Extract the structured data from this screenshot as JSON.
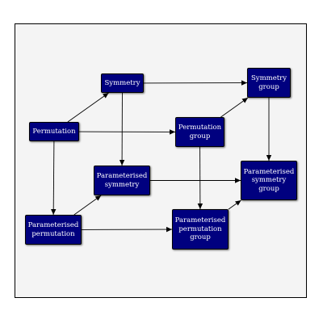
{
  "diagram": {
    "colors": {
      "node_fill": "#00007f",
      "node_text": "#ffffff",
      "edge": "#000000",
      "background": "#f4f4f4"
    },
    "nodes": [
      {
        "id": "symmetry",
        "label": "Symmetry"
      },
      {
        "id": "permutation",
        "label": "Permutation"
      },
      {
        "id": "symmetry-group",
        "label": "Symmetry\ngroup"
      },
      {
        "id": "permutation-group",
        "label": "Permutation\ngroup"
      },
      {
        "id": "parameterised-symmetry",
        "label": "Parameterised\nsymmetry"
      },
      {
        "id": "parameterised-symmetry-group",
        "label": "Parameterised\nsymmetry\ngroup"
      },
      {
        "id": "parameterised-permutation",
        "label": "Parameterised\npermutation"
      },
      {
        "id": "parameterised-permutation-group",
        "label": "Parameterised\npermutation\ngroup"
      }
    ],
    "edges": [
      {
        "from": "permutation",
        "to": "symmetry"
      },
      {
        "from": "permutation",
        "to": "permutation-group"
      },
      {
        "from": "permutation",
        "to": "parameterised-permutation"
      },
      {
        "from": "symmetry",
        "to": "symmetry-group"
      },
      {
        "from": "symmetry",
        "to": "parameterised-symmetry"
      },
      {
        "from": "permutation-group",
        "to": "symmetry-group"
      },
      {
        "from": "permutation-group",
        "to": "parameterised-permutation-group"
      },
      {
        "from": "parameterised-permutation",
        "to": "parameterised-symmetry"
      },
      {
        "from": "parameterised-permutation",
        "to": "parameterised-permutation-group"
      },
      {
        "from": "parameterised-symmetry",
        "to": "parameterised-symmetry-group"
      },
      {
        "from": "symmetry-group",
        "to": "parameterised-symmetry-group"
      },
      {
        "from": "parameterised-permutation-group",
        "to": "parameterised-symmetry-group"
      }
    ]
  }
}
